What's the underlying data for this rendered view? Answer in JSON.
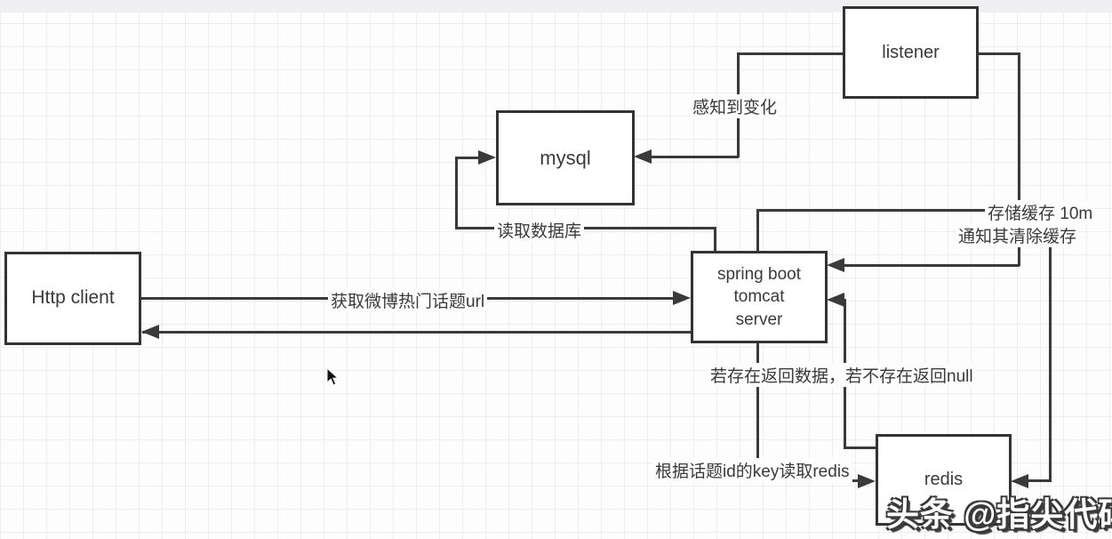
{
  "diagram": {
    "nodes": {
      "listener": "listener",
      "mysql": "mysql",
      "http_client": "Http client",
      "spring_boot": "spring boot\ntomcat\nserver",
      "redis": "redis"
    },
    "edge_labels": {
      "perceive_change": "感知到变化",
      "read_db": "读取数据库",
      "store_cache": "存储缓存 10m",
      "notify_clear_cache": "通知其清除缓存",
      "get_topic_url": "获取微博热门话题url",
      "return_data_or_null": "若存在返回数据，若不存在返回null",
      "read_redis_by_key": "根据话题id的key读取redis"
    },
    "watermark": "头条 @指尖代码",
    "colors": {
      "line": "#3a3a3a",
      "node_border": "#333333",
      "node_fill": "#ffffff",
      "canvas_background": "#fdfdfd",
      "grid_line": "#ededed",
      "top_band": "#efeef1",
      "watermark_text": "#ffffff"
    }
  }
}
